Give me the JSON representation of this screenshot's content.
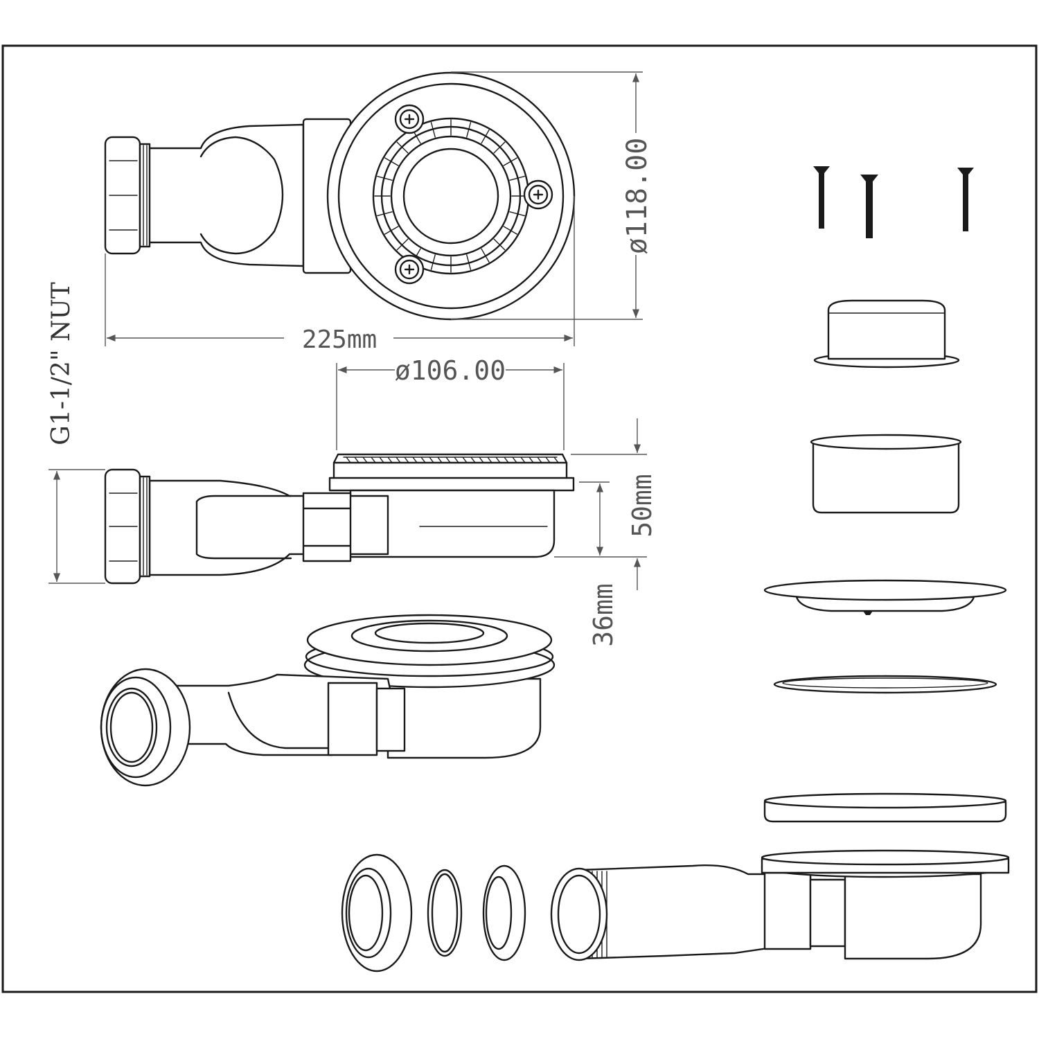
{
  "dimensions": {
    "top_diameter": "ø118.00",
    "overall_length": "225mm",
    "grate_diameter": "ø106.00",
    "height": "50mm",
    "outlet_height": "36mm",
    "nut_spec": "G1-1/2\" NUT"
  },
  "colors": {
    "line": "#1a1a1a",
    "dimension": "#555555",
    "background": "#ffffff"
  }
}
